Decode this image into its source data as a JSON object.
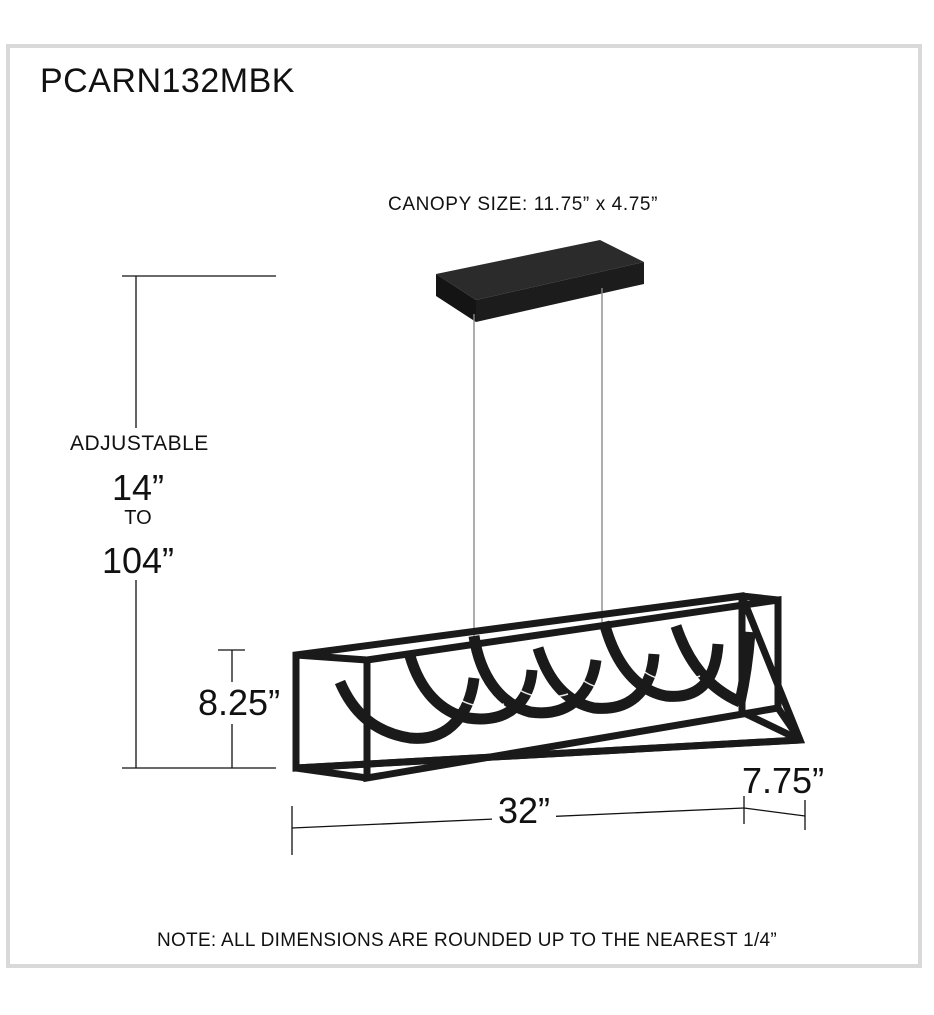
{
  "model": "PCARN132MBK",
  "canopy_label": "CANOPY SIZE: 11.75” x 4.75”",
  "adjustable": {
    "label": "ADJUSTABLE",
    "min": "14”",
    "to": "TO",
    "max": "104”"
  },
  "dimensions": {
    "height": "8.25”",
    "width": "32”",
    "depth": "7.75”"
  },
  "note": "NOTE: ALL DIMENSIONS ARE ROUNDED UP TO THE NEAREST 1/4”",
  "colors": {
    "frame_border": "#d9d9d9",
    "fixture": "#1a1a1a",
    "lines": "#111111"
  }
}
